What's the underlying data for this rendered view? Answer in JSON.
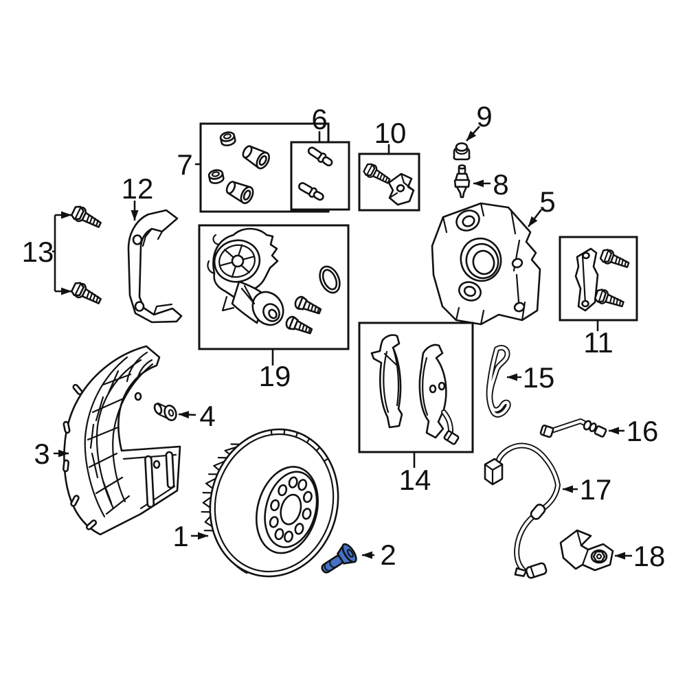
{
  "figure": {
    "type": "exploded-parts-diagram",
    "subject": "front disc brake components",
    "background_color": "#ffffff",
    "line_color": "#111111",
    "highlight_color": "#4472c4",
    "highlighted_callout": "2"
  },
  "callouts": [
    {
      "label": "1",
      "part": "brake-rotor",
      "boxed": false,
      "highlighted": false
    },
    {
      "label": "2",
      "part": "rotor-retaining-screw",
      "boxed": false,
      "highlighted": true
    },
    {
      "label": "3",
      "part": "splash-shield",
      "boxed": false,
      "highlighted": false
    },
    {
      "label": "4",
      "part": "splash-shield-bolt",
      "boxed": false,
      "highlighted": false
    },
    {
      "label": "5",
      "part": "brake-caliper",
      "boxed": false,
      "highlighted": false
    },
    {
      "label": "6",
      "part": "guide-pin-kit",
      "boxed": true,
      "highlighted": false
    },
    {
      "label": "7",
      "part": "bushing-kit",
      "boxed": true,
      "highlighted": false
    },
    {
      "label": "8",
      "part": "bleeder-screw",
      "boxed": false,
      "highlighted": false
    },
    {
      "label": "9",
      "part": "bleeder-screw-cap",
      "boxed": false,
      "highlighted": false
    },
    {
      "label": "10",
      "part": "bolt-and-bracket-kit",
      "boxed": true,
      "highlighted": false
    },
    {
      "label": "11",
      "part": "support-plate-kit",
      "boxed": true,
      "highlighted": false
    },
    {
      "label": "12",
      "part": "caliper-mounting-bracket",
      "boxed": false,
      "highlighted": false
    },
    {
      "label": "13",
      "part": "bracket-bolt-pair",
      "boxed": false,
      "highlighted": false
    },
    {
      "label": "14",
      "part": "brake-pad-set",
      "boxed": true,
      "highlighted": false
    },
    {
      "label": "15",
      "part": "pad-spring-clip",
      "boxed": false,
      "highlighted": false
    },
    {
      "label": "16",
      "part": "brake-hose",
      "boxed": false,
      "highlighted": false
    },
    {
      "label": "17",
      "part": "wear-sensor-wire",
      "boxed": false,
      "highlighted": false
    },
    {
      "label": "18",
      "part": "hose-bracket",
      "boxed": false,
      "highlighted": false
    },
    {
      "label": "19",
      "part": "parking-brake-actuator-kit",
      "boxed": true,
      "highlighted": false
    }
  ]
}
